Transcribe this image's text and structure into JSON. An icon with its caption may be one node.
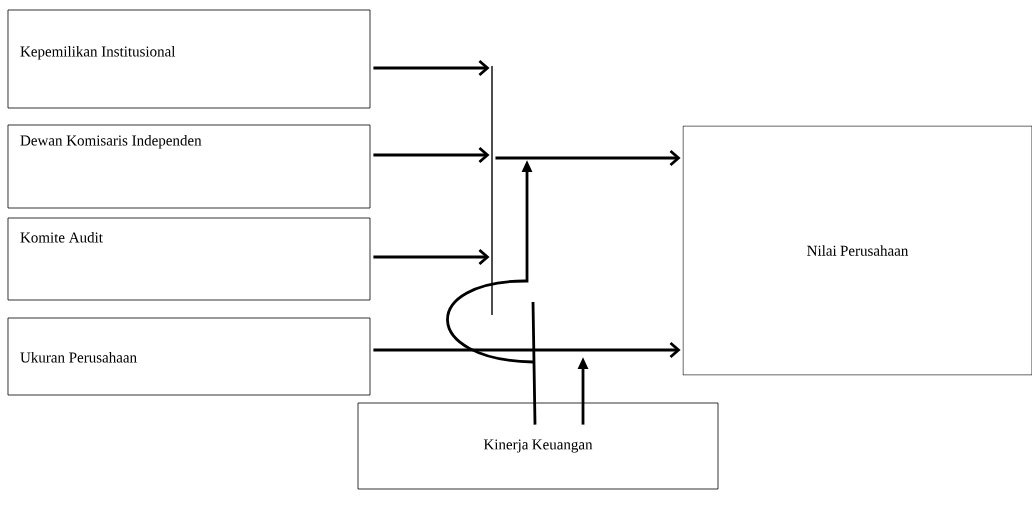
{
  "diagram": {
    "nodes": [
      {
        "text": [
          "Kepemilikan Institusional"
        ]
      },
      {
        "text": [
          "Dewan Komisaris Independen"
        ]
      },
      {
        "text": [
          "Komite Audit"
        ]
      },
      {
        "text": [
          "Ukuran Perusahaan"
        ]
      },
      {
        "text": [],
        "shape": "bar"
      },
      {
        "text": [
          "Nilai Perusahaan"
        ]
      },
      {
        "text": [
          "Kinerja Keuangan"
        ]
      }
    ],
    "edges": [
      {
        "from": 0,
        "to": 4,
        "arrow": "to"
      },
      {
        "from": 1,
        "to": 4,
        "arrow": "to"
      },
      {
        "from": 2,
        "to": 4,
        "arrow": "to"
      },
      {
        "from": 4,
        "to": 5,
        "arrow": "to"
      },
      {
        "from": 3,
        "to": 5,
        "arrow": "to"
      },
      {
        "from": 6,
        "to": null,
        "arrow": "to"
      },
      {
        "from": 6,
        "to": null,
        "arrow": "to"
      }
    ]
  }
}
